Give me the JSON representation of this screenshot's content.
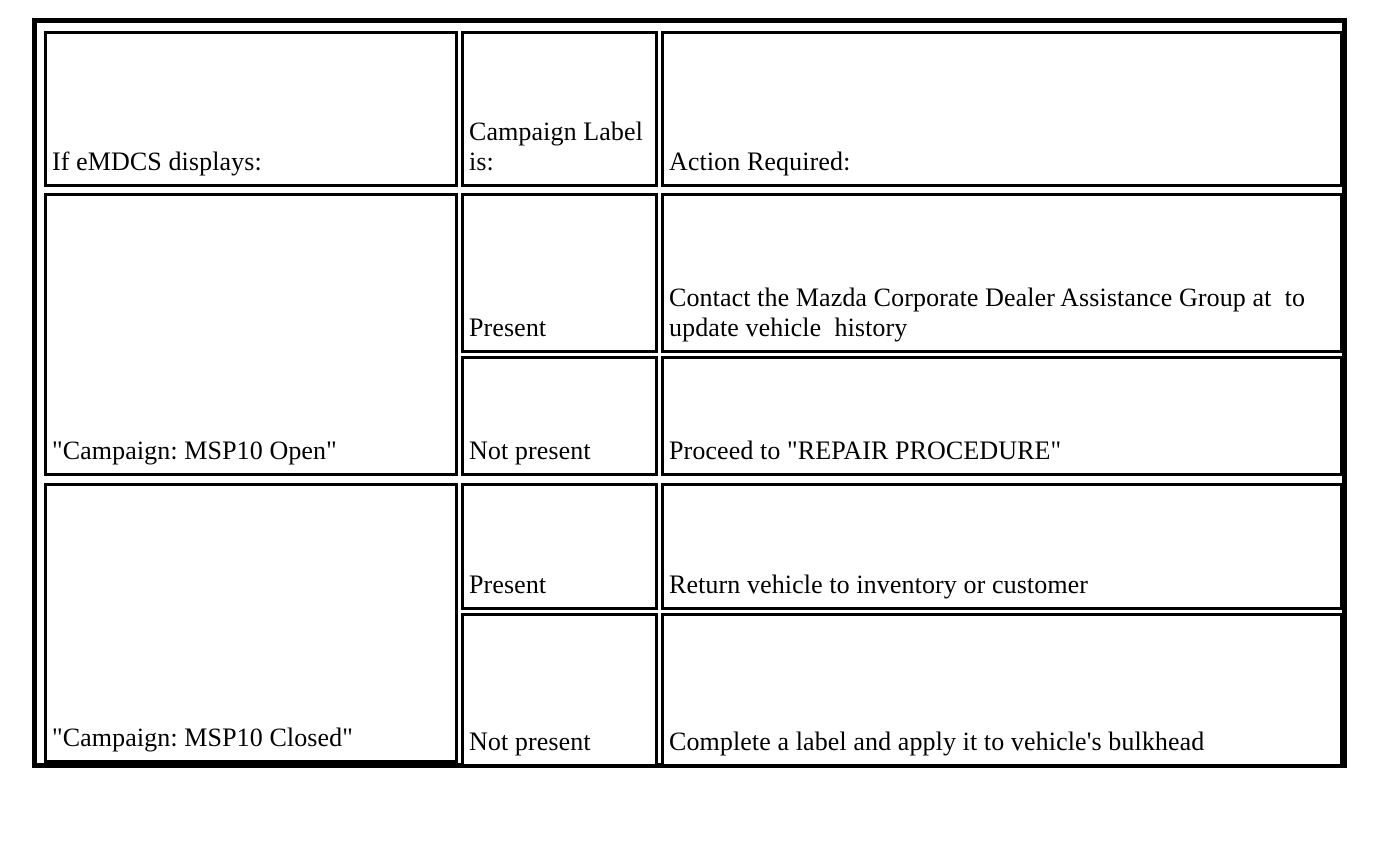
{
  "document": {
    "type": "procedure-decision-table",
    "background_color": "#ffffff",
    "text_color": "#000000"
  },
  "table": {
    "columns": [
      {
        "key": "condition",
        "header": "If eMDCS displays:"
      },
      {
        "key": "label",
        "header": "Campaign Label is:"
      },
      {
        "key": "action",
        "header": "Action Required:"
      }
    ],
    "rows": [
      {
        "condition": "\"Campaign: MSP10 Open\"",
        "subrows": [
          {
            "label": "Present",
            "action": "Contact the Mazda Corporate Dealer Assistance Group at  to update vehicle  history"
          },
          {
            "label": "Not present",
            "action": "Proceed to \"REPAIR PROCEDURE\""
          }
        ]
      },
      {
        "condition": "\"Campaign: MSP10 Closed\"",
        "subrows": [
          {
            "label": "Present",
            "action": "Return vehicle to inventory or customer"
          },
          {
            "label": "Not present",
            "action": "Complete a label and apply it to vehicle's bulkhead"
          }
        ]
      }
    ]
  }
}
